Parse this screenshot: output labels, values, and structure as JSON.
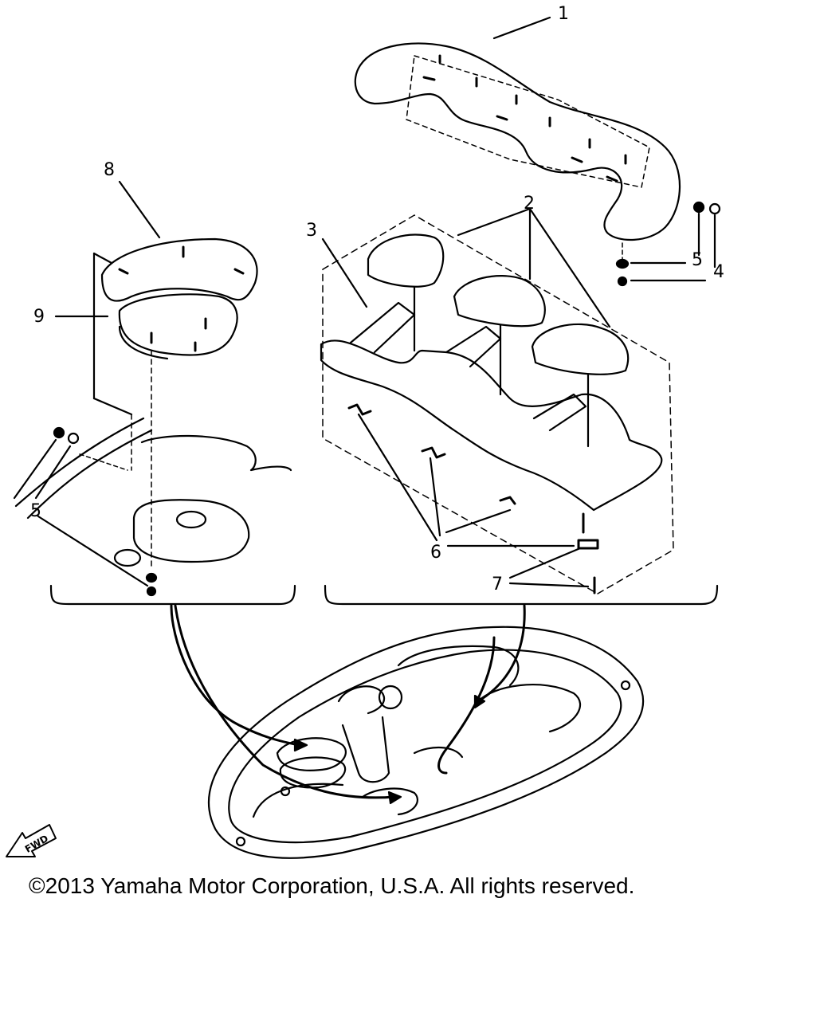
{
  "diagram": {
    "callouts": [
      "1",
      "2",
      "3",
      "4",
      "5",
      "5",
      "6",
      "7",
      "8",
      "9"
    ],
    "fwd_label": "FWD"
  },
  "footer": {
    "copyright": "©2013 Yamaha Motor Corporation, U.S.A. All rights reserved."
  }
}
